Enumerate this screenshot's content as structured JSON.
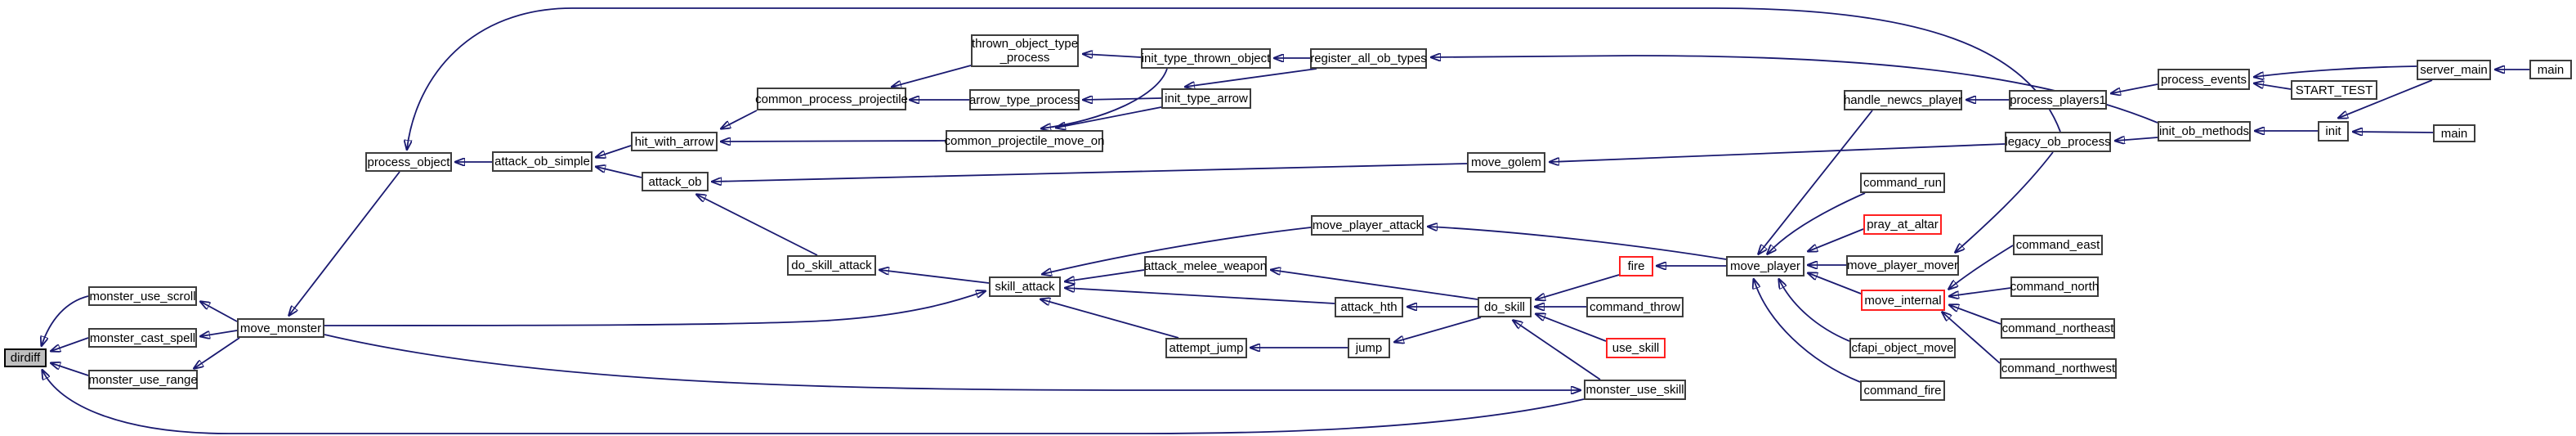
{
  "diagram": {
    "type": "doxygen-caller-graph",
    "root": "dirdiff",
    "edge_color": "#191970",
    "node_border_color": "#3d3d3d",
    "root_fill_color": "#bfbfbf",
    "truncated_node_border_color": "#ff2020",
    "background_color": "#ffffff"
  },
  "nodes": {
    "dirdiff": {
      "label": "dirdiff"
    },
    "monster_use_scroll": {
      "label": "monster_use_scroll"
    },
    "monster_cast_spell": {
      "label": "monster_cast_spell"
    },
    "monster_use_range": {
      "label": "monster_use_range"
    },
    "move_monster": {
      "label": "move_monster"
    },
    "process_object": {
      "label": "process_object"
    },
    "attack_ob_simple": {
      "label": "attack_ob_simple"
    },
    "hit_with_arrow": {
      "label": "hit_with_arrow"
    },
    "attack_ob": {
      "label": "attack_ob"
    },
    "common_process_projectile": {
      "label": "common_process_projectile"
    },
    "thrown_object_type_process": {
      "label": "thrown_object_type\n_process"
    },
    "arrow_type_process": {
      "label": "arrow_type_process"
    },
    "common_projectile_move_on": {
      "label": "common_projectile_move_on"
    },
    "init_type_thrown_object": {
      "label": "init_type_thrown_object"
    },
    "init_type_arrow": {
      "label": "init_type_arrow"
    },
    "register_all_ob_types": {
      "label": "register_all_ob_types"
    },
    "do_skill_attack": {
      "label": "do_skill_attack"
    },
    "skill_attack": {
      "label": "skill_attack"
    },
    "move_player_attack": {
      "label": "move_player_attack"
    },
    "attack_melee_weapon": {
      "label": "attack_melee_weapon"
    },
    "attack_hth": {
      "label": "attack_hth"
    },
    "attempt_jump": {
      "label": "attempt_jump"
    },
    "jump": {
      "label": "jump"
    },
    "do_skill": {
      "label": "do_skill"
    },
    "fire": {
      "label": "fire"
    },
    "command_throw": {
      "label": "command_throw"
    },
    "use_skill": {
      "label": "use_skill"
    },
    "monster_use_skill": {
      "label": "monster_use_skill"
    },
    "move_golem": {
      "label": "move_golem"
    },
    "move_player": {
      "label": "move_player"
    },
    "command_run": {
      "label": "command_run"
    },
    "pray_at_altar": {
      "label": "pray_at_altar"
    },
    "move_player_mover": {
      "label": "move_player_mover"
    },
    "move_internal": {
      "label": "move_internal"
    },
    "cfapi_object_move": {
      "label": "cfapi_object_move"
    },
    "command_fire": {
      "label": "command_fire"
    },
    "command_east": {
      "label": "command_east"
    },
    "command_north": {
      "label": "command_north"
    },
    "command_northeast": {
      "label": "command_northeast"
    },
    "command_northwest": {
      "label": "command_northwest"
    },
    "handle_newcs_player": {
      "label": "handle_newcs_player"
    },
    "process_players1": {
      "label": "process_players1"
    },
    "process_events": {
      "label": "process_events"
    },
    "START_TEST": {
      "label": "START_TEST"
    },
    "server_main": {
      "label": "server_main"
    },
    "main_1": {
      "label": "main"
    },
    "init_ob_methods": {
      "label": "init_ob_methods"
    },
    "init": {
      "label": "init"
    },
    "main_2": {
      "label": "main"
    },
    "legacy_ob_process": {
      "label": "legacy_ob_process"
    }
  },
  "edges": [
    {
      "from": "monster_use_scroll",
      "to": "dirdiff"
    },
    {
      "from": "monster_cast_spell",
      "to": "dirdiff"
    },
    {
      "from": "monster_use_range",
      "to": "dirdiff"
    },
    {
      "from": "monster_use_skill",
      "to": "dirdiff"
    },
    {
      "from": "move_monster",
      "to": "monster_use_scroll"
    },
    {
      "from": "move_monster",
      "to": "monster_cast_spell"
    },
    {
      "from": "move_monster",
      "to": "monster_use_range"
    },
    {
      "from": "move_monster",
      "to": "skill_attack"
    },
    {
      "from": "move_monster",
      "to": "monster_use_skill"
    },
    {
      "from": "process_object",
      "to": "move_monster"
    },
    {
      "from": "attack_ob_simple",
      "to": "process_object"
    },
    {
      "from": "hit_with_arrow",
      "to": "attack_ob_simple"
    },
    {
      "from": "attack_ob",
      "to": "attack_ob_simple"
    },
    {
      "from": "do_skill_attack",
      "to": "attack_ob"
    },
    {
      "from": "move_golem",
      "to": "attack_ob"
    },
    {
      "from": "skill_attack",
      "to": "do_skill_attack"
    },
    {
      "from": "common_process_projectile",
      "to": "hit_with_arrow"
    },
    {
      "from": "common_projectile_move_on",
      "to": "hit_with_arrow"
    },
    {
      "from": "thrown_object_type_process",
      "to": "common_process_projectile"
    },
    {
      "from": "arrow_type_process",
      "to": "common_process_projectile"
    },
    {
      "from": "init_type_thrown_object",
      "to": "thrown_object_type_process"
    },
    {
      "from": "init_type_arrow",
      "to": "arrow_type_process"
    },
    {
      "from": "init_type_thrown_object",
      "to": "common_projectile_move_on"
    },
    {
      "from": "init_type_arrow",
      "to": "common_projectile_move_on"
    },
    {
      "from": "register_all_ob_types",
      "to": "init_type_thrown_object"
    },
    {
      "from": "register_all_ob_types",
      "to": "init_type_arrow"
    },
    {
      "from": "init_ob_methods",
      "to": "register_all_ob_types"
    },
    {
      "from": "move_player_attack",
      "to": "skill_attack"
    },
    {
      "from": "attack_melee_weapon",
      "to": "skill_attack"
    },
    {
      "from": "attack_hth",
      "to": "skill_attack"
    },
    {
      "from": "attempt_jump",
      "to": "skill_attack"
    },
    {
      "from": "jump",
      "to": "attempt_jump"
    },
    {
      "from": "do_skill",
      "to": "attack_hth"
    },
    {
      "from": "do_skill",
      "to": "attack_melee_weapon"
    },
    {
      "from": "do_skill",
      "to": "jump"
    },
    {
      "from": "fire",
      "to": "do_skill"
    },
    {
      "from": "command_throw",
      "to": "do_skill"
    },
    {
      "from": "use_skill",
      "to": "do_skill"
    },
    {
      "from": "monster_use_skill",
      "to": "do_skill"
    },
    {
      "from": "move_player",
      "to": "fire"
    },
    {
      "from": "move_player",
      "to": "move_player_attack"
    },
    {
      "from": "handle_newcs_player",
      "to": "move_player"
    },
    {
      "from": "command_run",
      "to": "move_player"
    },
    {
      "from": "pray_at_altar",
      "to": "move_player"
    },
    {
      "from": "move_player_mover",
      "to": "move_player"
    },
    {
      "from": "move_internal",
      "to": "move_player"
    },
    {
      "from": "cfapi_object_move",
      "to": "move_player"
    },
    {
      "from": "command_fire",
      "to": "move_player"
    },
    {
      "from": "command_east",
      "to": "move_internal"
    },
    {
      "from": "command_north",
      "to": "move_internal"
    },
    {
      "from": "command_northeast",
      "to": "move_internal"
    },
    {
      "from": "command_northwest",
      "to": "move_internal"
    },
    {
      "from": "legacy_ob_process",
      "to": "move_golem"
    },
    {
      "from": "legacy_ob_process",
      "to": "move_player_mover"
    },
    {
      "from": "legacy_ob_process",
      "to": "process_object"
    },
    {
      "from": "process_events",
      "to": "process_players1"
    },
    {
      "from": "process_players1",
      "to": "handle_newcs_player"
    },
    {
      "from": "START_TEST",
      "to": "process_events"
    },
    {
      "from": "server_main",
      "to": "process_events"
    },
    {
      "from": "main_1",
      "to": "server_main"
    },
    {
      "from": "server_main",
      "to": "init"
    },
    {
      "from": "main_2",
      "to": "init"
    },
    {
      "from": "init",
      "to": "init_ob_methods"
    },
    {
      "from": "init_ob_methods",
      "to": "legacy_ob_process"
    }
  ]
}
